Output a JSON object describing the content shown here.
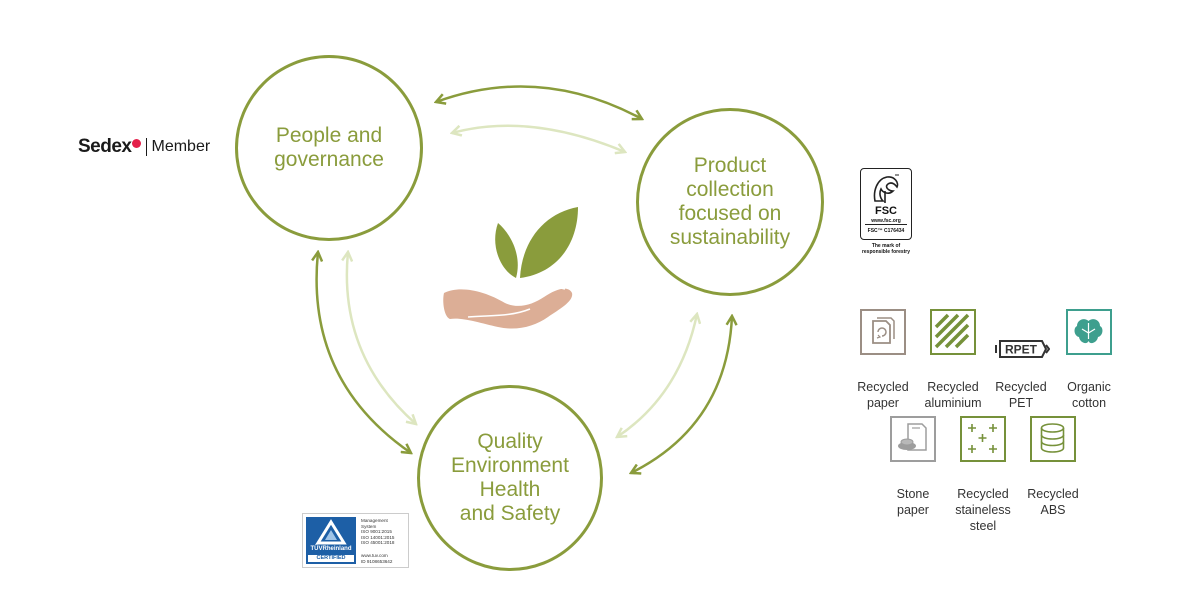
{
  "diagram": {
    "nodes": [
      {
        "id": "people",
        "label": "People and\ngovernance"
      },
      {
        "id": "product",
        "label": "Product\ncollection\nfocused on\nsustainability"
      },
      {
        "id": "quality",
        "label": "Quality\nEnvironment\nHealth\nand Safety"
      }
    ],
    "edges": [
      {
        "from": "people",
        "to": "product",
        "style": "solid"
      },
      {
        "from": "people",
        "to": "product",
        "style": "light"
      },
      {
        "from": "people",
        "to": "quality",
        "style": "solid"
      },
      {
        "from": "people",
        "to": "quality",
        "style": "light"
      },
      {
        "from": "product",
        "to": "quality",
        "style": "solid"
      },
      {
        "from": "product",
        "to": "quality",
        "style": "light"
      }
    ],
    "colors": {
      "primary": "#8a9c3c",
      "light": "#dde6c0",
      "hand": "#dcae96"
    }
  },
  "sedex": {
    "brand": "Sedex",
    "member": "Member"
  },
  "fsc": {
    "logo_text": "FSC",
    "url": "www.fsc.org",
    "code": "FSC™ C176434",
    "caption": "The mark of\nresponsible forestry"
  },
  "tuv": {
    "brand": "TÜVRheinland",
    "badge": "CERTIFIED",
    "lines": [
      "Management",
      "System",
      "ISO 9001:2015",
      "ISO 14001:2015",
      "ISO 45001:2018"
    ],
    "url": "www.tuv.com",
    "id": "ID 9108653642"
  },
  "materials": [
    {
      "label": "Recycled\npaper",
      "icon": "recycled-paper-icon",
      "color": "#9b8e84"
    },
    {
      "label": "Recycled\naluminium",
      "icon": "aluminium-icon",
      "color": "#76913a"
    },
    {
      "label": "Recycled\nPET",
      "icon": "rpet-icon",
      "color": "#333333"
    },
    {
      "label": "Organic\ncotton",
      "icon": "cotton-icon",
      "color": "#3e9f8e"
    },
    {
      "label": "Stone\npaper",
      "icon": "stone-paper-icon",
      "color": "#9d9d9d"
    },
    {
      "label": "Recycled\nstaineless\nsteel",
      "icon": "stainless-steel-icon",
      "color": "#76913a"
    },
    {
      "label": "Recycled\nABS",
      "icon": "abs-icon",
      "color": "#76913a"
    }
  ]
}
